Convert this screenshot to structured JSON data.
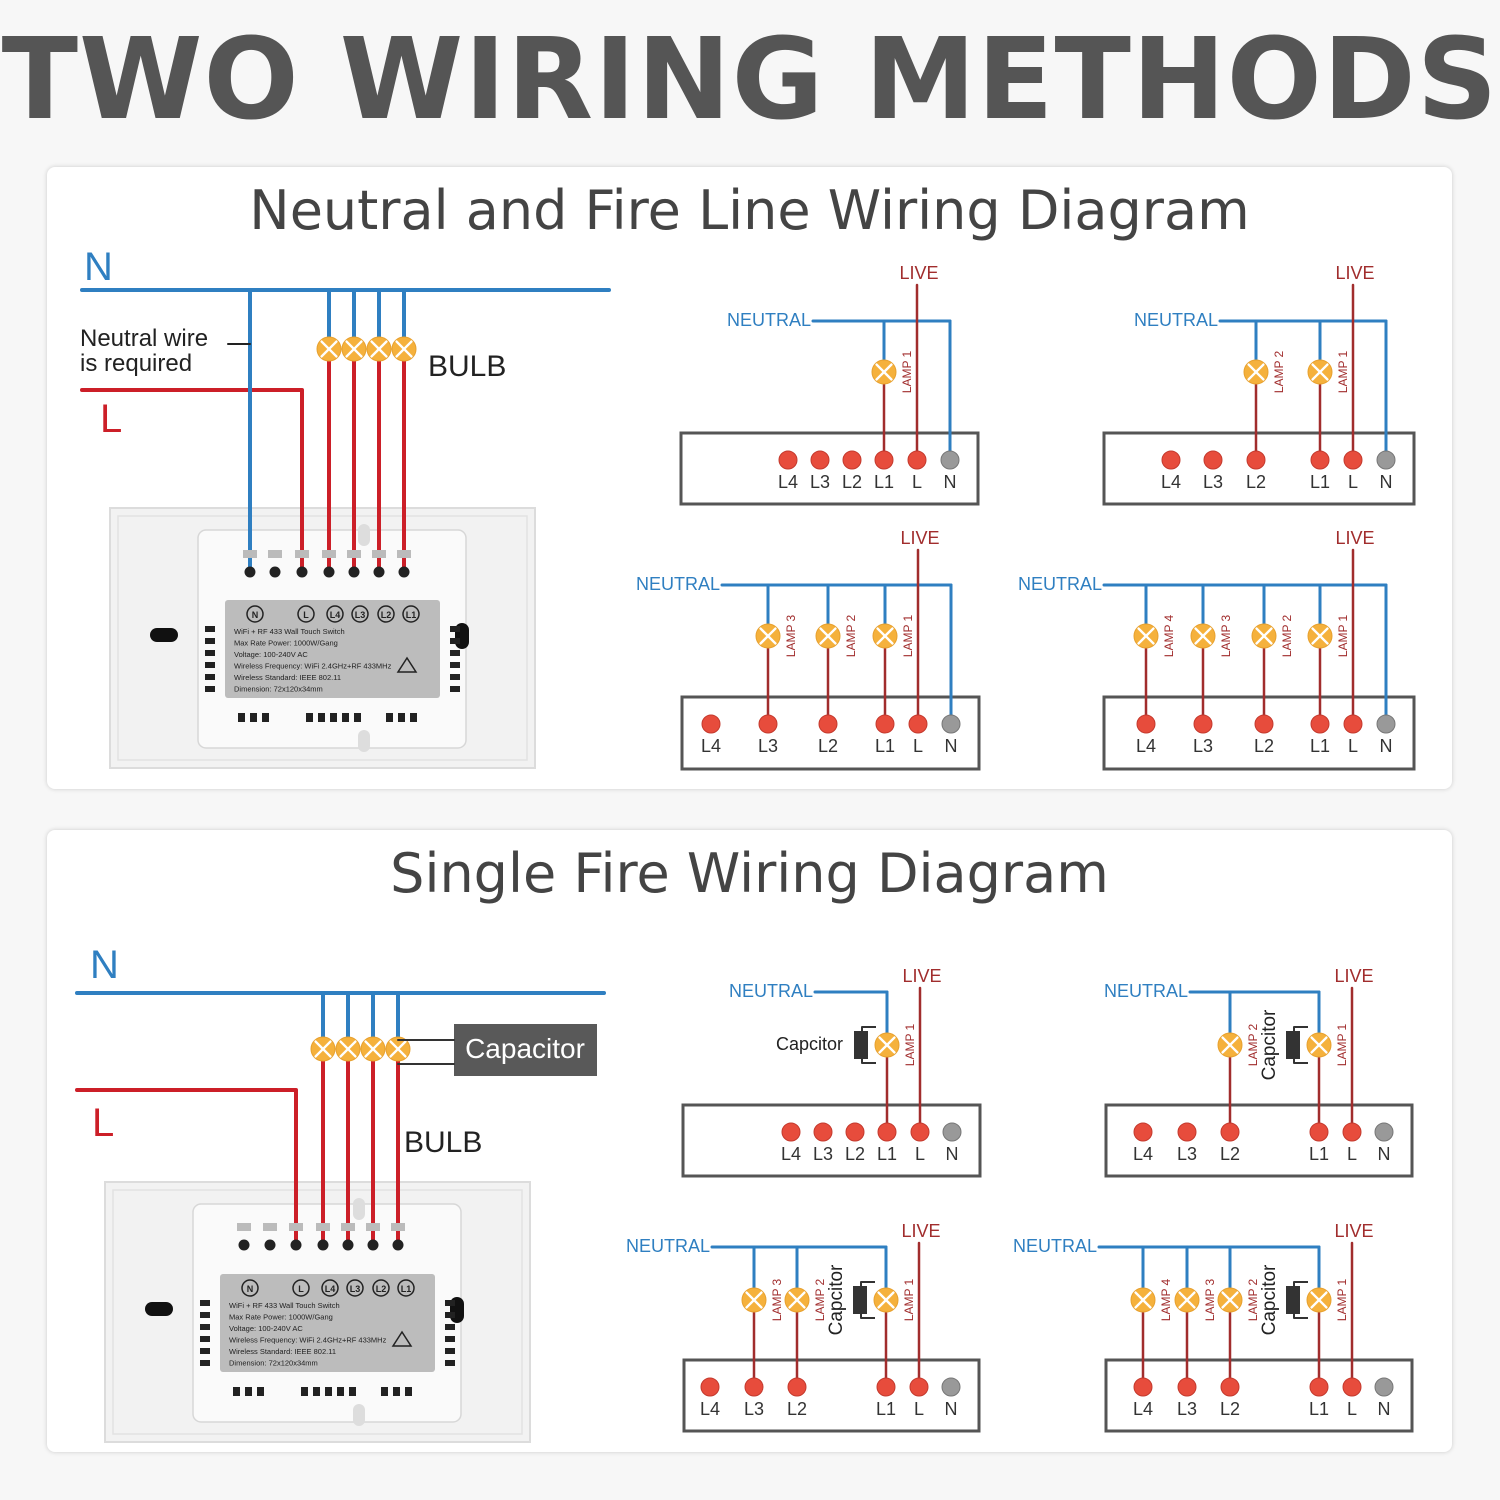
{
  "title": "TWO WIRING METHODS",
  "colors": {
    "neutral": "#2f7fc1",
    "live": "#cc1f28",
    "schematic_live": "#a12d2d",
    "lamp": "#f5b13c",
    "dot": "#e74c3c",
    "n_dot": "#999999",
    "title_gray": "#555555"
  },
  "sections": [
    {
      "title": "Neutral and Fire Line Wiring Diagram",
      "left": {
        "n_label": "N",
        "l_label": "L",
        "note_line1": "Neutral wire",
        "note_line2": "is required",
        "bulb_label": "BULB",
        "device": {
          "terminals": [
            "N",
            "L",
            "L4",
            "L3",
            "L2",
            "L1"
          ],
          "lines": [
            "WiFi + RF 433 Wall Touch Switch",
            "Max Rate Power: 1000W/Gang",
            "Voltage: 100-240V AC",
            "Wireless Frequency: WiFi 2.4GHz+RF 433MHz",
            "Wireless Standard: IEEE 802.11",
            "Dimension: 72x120x34mm"
          ]
        }
      },
      "schematics": [
        {
          "neutral": "NEUTRAL",
          "live": "LIVE",
          "terminals": [
            "L4",
            "L3",
            "L2",
            "L1",
            "L",
            "N"
          ],
          "lamps": [
            "LAMP 1"
          ]
        },
        {
          "neutral": "NEUTRAL",
          "live": "LIVE",
          "terminals": [
            "L4",
            "L3",
            "L2",
            "L1",
            "L",
            "N"
          ],
          "lamps": [
            "LAMP 2",
            "LAMP 1"
          ]
        },
        {
          "neutral": "NEUTRAL",
          "live": "LIVE",
          "terminals": [
            "L4",
            "L3",
            "L2",
            "L1",
            "L",
            "N"
          ],
          "lamps": [
            "LAMP 3",
            "LAMP 2",
            "LAMP 1"
          ]
        },
        {
          "neutral": "NEUTRAL",
          "live": "LIVE",
          "terminals": [
            "L4",
            "L3",
            "L2",
            "L1",
            "L",
            "N"
          ],
          "lamps": [
            "LAMP 4",
            "LAMP 3",
            "LAMP 2",
            "LAMP 1"
          ]
        }
      ]
    },
    {
      "title": "Single Fire Wiring Diagram",
      "left": {
        "n_label": "N",
        "l_label": "L",
        "capacitor_label": "Capacitor",
        "bulb_label": "BULB",
        "device": {
          "terminals": [
            "N",
            "L",
            "L4",
            "L3",
            "L2",
            "L1"
          ],
          "lines": [
            "WiFi + RF 433 Wall Touch Switch",
            "Max Rate Power: 1000W/Gang",
            "Voltage: 100-240V AC",
            "Wireless Frequency: WiFi 2.4GHz+RF 433MHz",
            "Wireless Standard: IEEE 802.11",
            "Dimension: 72x120x34mm"
          ]
        }
      },
      "schematics": [
        {
          "neutral": "NEUTRAL",
          "live": "LIVE",
          "capacitor": "Capcitor",
          "terminals": [
            "L4",
            "L3",
            "L2",
            "L1",
            "L",
            "N"
          ],
          "lamps": [
            "LAMP 1"
          ]
        },
        {
          "neutral": "NEUTRAL",
          "live": "LIVE",
          "capacitor": "Capcitor",
          "terminals": [
            "L4",
            "L3",
            "L2",
            "L1",
            "L",
            "N"
          ],
          "lamps": [
            "LAMP 2",
            "LAMP 1"
          ]
        },
        {
          "neutral": "NEUTRAL",
          "live": "LIVE",
          "capacitor": "Capcitor",
          "terminals": [
            "L4",
            "L3",
            "L2",
            "L1",
            "L",
            "N"
          ],
          "lamps": [
            "LAMP 3",
            "LAMP 2",
            "LAMP 1"
          ]
        },
        {
          "neutral": "NEUTRAL",
          "live": "LIVE",
          "capacitor": "Capcitor",
          "terminals": [
            "L4",
            "L3",
            "L2",
            "L1",
            "L",
            "N"
          ],
          "lamps": [
            "LAMP 4",
            "LAMP 3",
            "LAMP 2",
            "LAMP 1"
          ]
        }
      ]
    }
  ]
}
